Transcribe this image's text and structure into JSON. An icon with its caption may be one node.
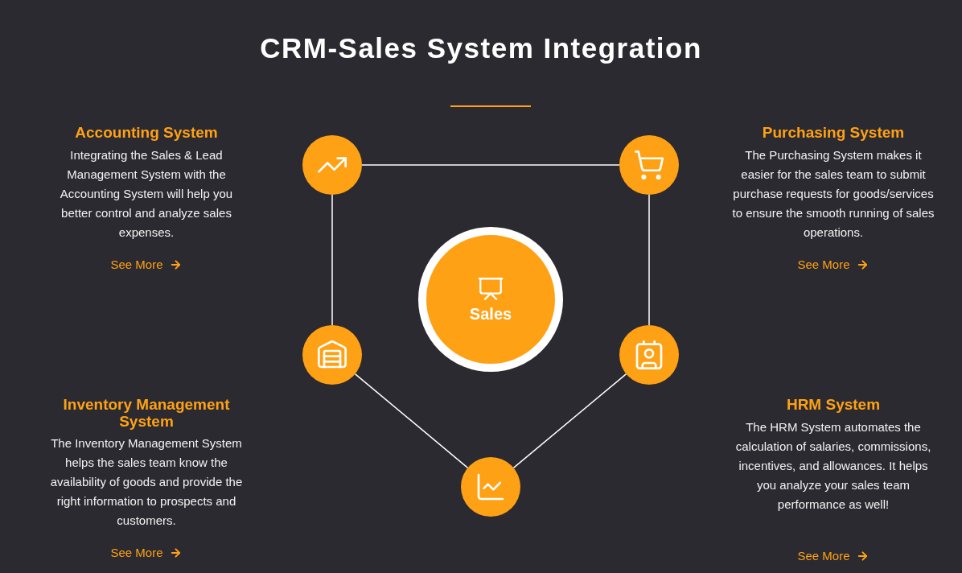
{
  "diagram": {
    "title": "CRM-Sales System Integration",
    "nodes": [
      {
        "text": [],
        "shape": "circle"
      },
      {
        "text": [],
        "shape": "circle"
      },
      {
        "text": [
          "Sales"
        ]
      },
      {
        "text": [],
        "shape": "circle"
      },
      {
        "text": [],
        "shape": "circle"
      },
      {
        "text": [],
        "shape": "circle"
      }
    ],
    "edges": [
      {
        "from": 0,
        "to": 1,
        "arrow": "none"
      },
      {
        "from": 1,
        "to": 4,
        "arrow": "none"
      },
      {
        "from": 4,
        "to": 5,
        "arrow": "none"
      },
      {
        "from": 5,
        "to": 3,
        "arrow": "none"
      },
      {
        "from": 3,
        "to": 0,
        "arrow": "none"
      }
    ],
    "labels": [
      "Accounting System",
      "Integrating the Sales & Lead Management System with the Accounting System will help you better control and analyze sales expenses.",
      "See More",
      "Purchasing System",
      "The Purchasing System makes it easier for the sales team to submit purchase requests for goods/services to ensure the smooth running of sales operations.",
      "See More",
      "Inventory Management System",
      "The Inventory Management System helps the sales team know the availability of goods and provide the right information to prospects and customers.",
      "See More",
      "HRM System",
      "The HRM System automates the calculation of salaries, commissions, incentives, and allowances. It helps you analyze your sales team performance as well!",
      "See More"
    ]
  }
}
